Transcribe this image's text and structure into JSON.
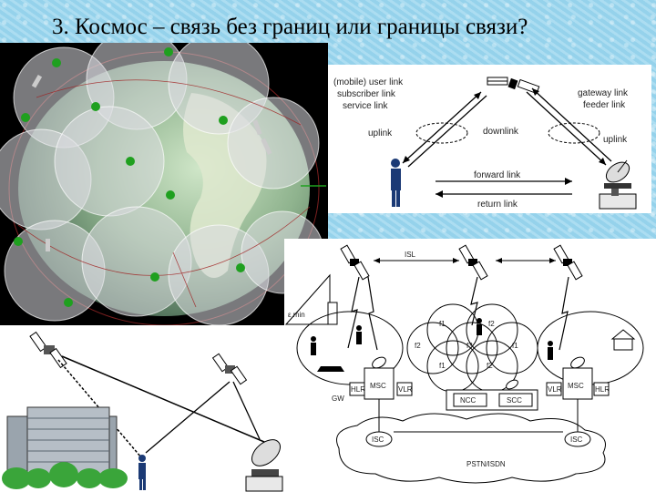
{
  "slide": {
    "title": "3. Космос – связь без границ или границы связи?"
  },
  "links_diagram": {
    "user_link_lines": [
      "(mobile) user link",
      "subscriber link",
      "service link"
    ],
    "gateway_link_lines": [
      "gateway link",
      "feeder link"
    ],
    "uplink_left": "uplink",
    "downlink": "downlink",
    "uplink_right": "uplink",
    "forward_link": "forward link",
    "return_link": "return link"
  },
  "network_diagram": {
    "isl": "ISL",
    "emin": "ε min",
    "f1a": "f1",
    "f2a": "f2",
    "f2b": "f2",
    "f3": "f3",
    "f1b": "f1",
    "f1c": "f1",
    "f2c": "f2",
    "gw": "GW",
    "vlr_left": "VLR",
    "msc_left": "MSC",
    "hlr_left": "HLR",
    "ncc": "NCC",
    "scc": "SCC",
    "vlr_right": "VLR",
    "msc_right": "MSC",
    "hlr_right": "HLR",
    "isc_left": "ISC",
    "isc_right": "ISC",
    "pstn": "PSTN/ISDN"
  }
}
